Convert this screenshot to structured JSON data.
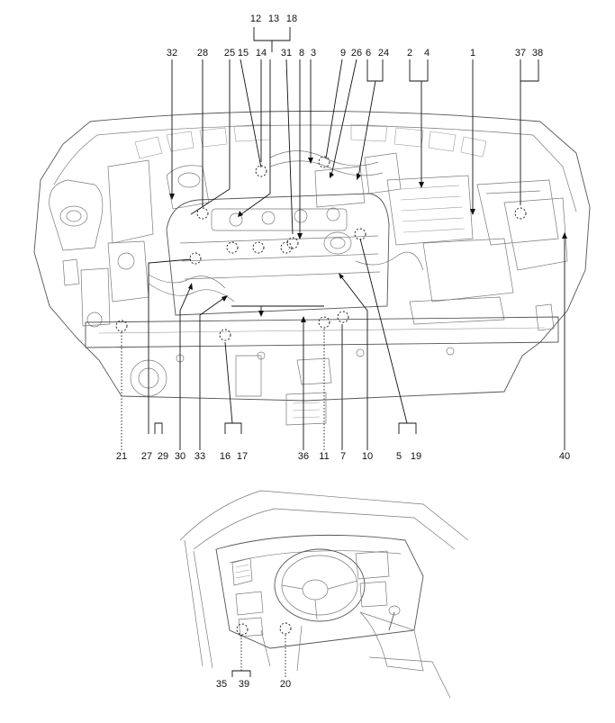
{
  "callouts": {
    "c1": "1",
    "c2": "2",
    "c3": "3",
    "c4": "4",
    "c5": "5",
    "c6": "6",
    "c7": "7",
    "c8": "8",
    "c9": "9",
    "c10": "10",
    "c11": "11",
    "c12": "12",
    "c13": "13",
    "c14": "14",
    "c15": "15",
    "c16": "16",
    "c17": "17",
    "c18": "18",
    "c19": "19",
    "c20": "20",
    "c21": "21",
    "c24": "24",
    "c25": "25",
    "c26": "26",
    "c27": "27",
    "c28": "28",
    "c29": "29",
    "c30": "30",
    "c31": "31",
    "c32": "32",
    "c33": "33",
    "c35": "35",
    "c36": "36",
    "c37": "37",
    "c38": "38",
    "c39": "39",
    "c40": "40"
  }
}
